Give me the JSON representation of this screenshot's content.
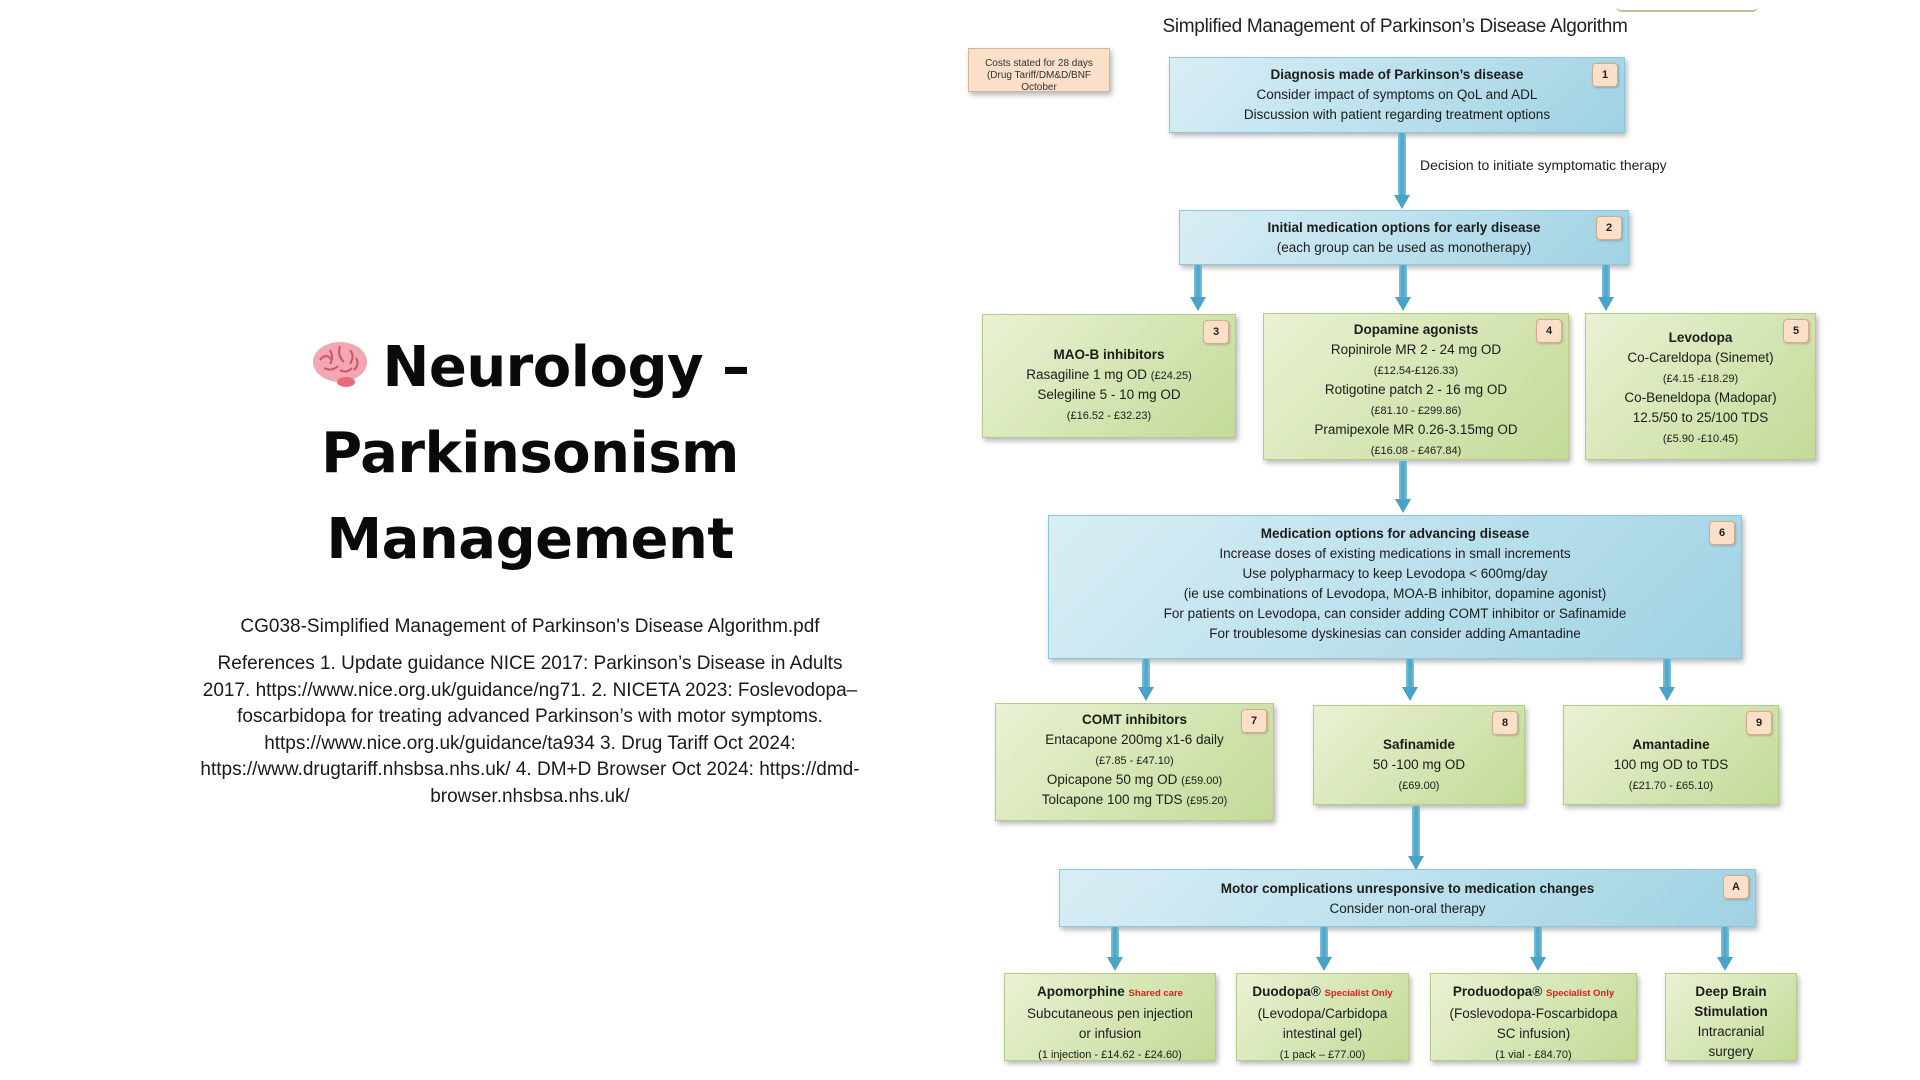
{
  "left": {
    "title_icon": "brain-icon",
    "title_lines": [
      "Neurology –",
      "Parkinsonism",
      "Management"
    ],
    "filename": "CG038-Simplified Management of Parkinson's Disease Algorithm.pdf",
    "references": "References 1. Update guidance NICE 2017: Parkinson’s Disease in Adults 2017. https://www.nice.org.uk/guidance/ng71. 2. NICETA 2023: Foslevodopa–foscarbidopa for treating advanced Parkinson’s with motor symptoms. https://www.nice.org.uk/guidance/ta934 3. Drug Tariff Oct 2024: https://www.drugtariff.nhsbsa.nhs.uk/ 4. DM+D Browser Oct 2024: https://dmd-browser.nhsbsa.nhs.uk/"
  },
  "diagram": {
    "title": "Simplified Management of Parkinson’s Disease Algorithm",
    "cost_note": [
      "Costs stated for 28 days",
      "(Drug Tariff/DM&D/BNF October"
    ],
    "decision_label": "Decision to initiate symptomatic therapy",
    "box1": {
      "num": "1",
      "heading": "Diagnosis made of Parkinson’s disease",
      "lines": [
        "Consider impact of symptoms on QoL and ADL",
        "Discussion with patient regarding treatment options"
      ]
    },
    "box2": {
      "num": "2",
      "heading": "Initial medication options for early disease",
      "lines": [
        "(each group can be used as monotherapy)"
      ]
    },
    "box3": {
      "num": "3",
      "heading": "MAO-B inhibitors",
      "line1": "Rasagiline 1 mg OD",
      "line1_cost": "(£24.25)",
      "line2": "Selegiline 5 - 10 mg OD",
      "line2_cost": "(£16.52 - £32.23)"
    },
    "box4": {
      "num": "4",
      "heading": "Dopamine agonists",
      "lines": [
        "Ropinirole MR 2 - 24 mg OD",
        "(£12.54-£126.33)",
        "Rotigotine patch 2 - 16 mg OD",
        "(£81.10 - £299.86)",
        "Pramipexole MR 0.26-3.15mg OD",
        "(£16.08 - £467.84)"
      ]
    },
    "box5": {
      "num": "5",
      "heading": "Levodopa",
      "lines": [
        "Co-Careldopa (Sinemet)",
        "(£4.15 -£18.29)",
        "Co-Beneldopa (Madopar)",
        "12.5/50 to 25/100 TDS",
        "(£5.90 -£10.45)"
      ]
    },
    "box6": {
      "num": "6",
      "heading": "Medication options for advancing disease",
      "lines": [
        "Increase doses of existing medications in small increments",
        "Use polypharmacy to keep Levodopa < 600mg/day",
        "(ie use combinations of Levodopa, MOA-B inhibitor, dopamine agonist)",
        "For patients on Levodopa, can consider adding COMT inhibitor or Safinamide",
        "For troublesome dyskinesias can consider adding Amantadine"
      ]
    },
    "box7": {
      "num": "7",
      "heading": "COMT inhibitors",
      "line1": "Entacapone 200mg x1-6 daily",
      "line1_cost": "(£7.85 - £47.10)",
      "line2": "Opicapone 50 mg OD",
      "line2_cost": "(£59.00)",
      "line3": "Tolcapone 100 mg TDS",
      "line3_cost": "(£95.20)"
    },
    "box8": {
      "num": "8",
      "heading": "Safinamide",
      "line1": "50 -100 mg OD",
      "cost": "(£69.00)"
    },
    "box9": {
      "num": "9",
      "heading": "Amantadine",
      "line1": "100 mg OD to TDS",
      "cost": "(£21.70 - £65.10)"
    },
    "boxA": {
      "num": "A",
      "heading": "Motor complications unresponsive to medication changes",
      "line1": "Consider non-oral therapy"
    },
    "apomorphine": {
      "heading": "Apomorphine",
      "tag": "Shared care",
      "lines": [
        "Subcutaneous pen injection",
        "or infusion"
      ],
      "cost": "(1 injection - £14.62 - £24.60)"
    },
    "duodopa": {
      "heading": "Duodopa®",
      "tag": "Specialist Only",
      "lines": [
        "(Levodopa/Carbidopa",
        "intestinal gel)"
      ],
      "cost": "(1 pack – £77.00)"
    },
    "produodopa": {
      "heading": "Produodopa®",
      "tag": "Specialist Only",
      "lines": [
        "(Foslevodopa-Foscarbidopa",
        "SC infusion)"
      ],
      "cost": "(1 vial - £84.70)"
    },
    "dbs": {
      "heading_lines": [
        "Deep Brain",
        "Stimulation"
      ],
      "lines": [
        "Intracranial",
        "surgery"
      ]
    },
    "colors": {
      "blue_box": "#bfe2ee",
      "green_box": "#d6e6b5",
      "badge": "#fbdfc9",
      "arrow": "#4aa3c6",
      "tag_red": "#e02020"
    }
  }
}
